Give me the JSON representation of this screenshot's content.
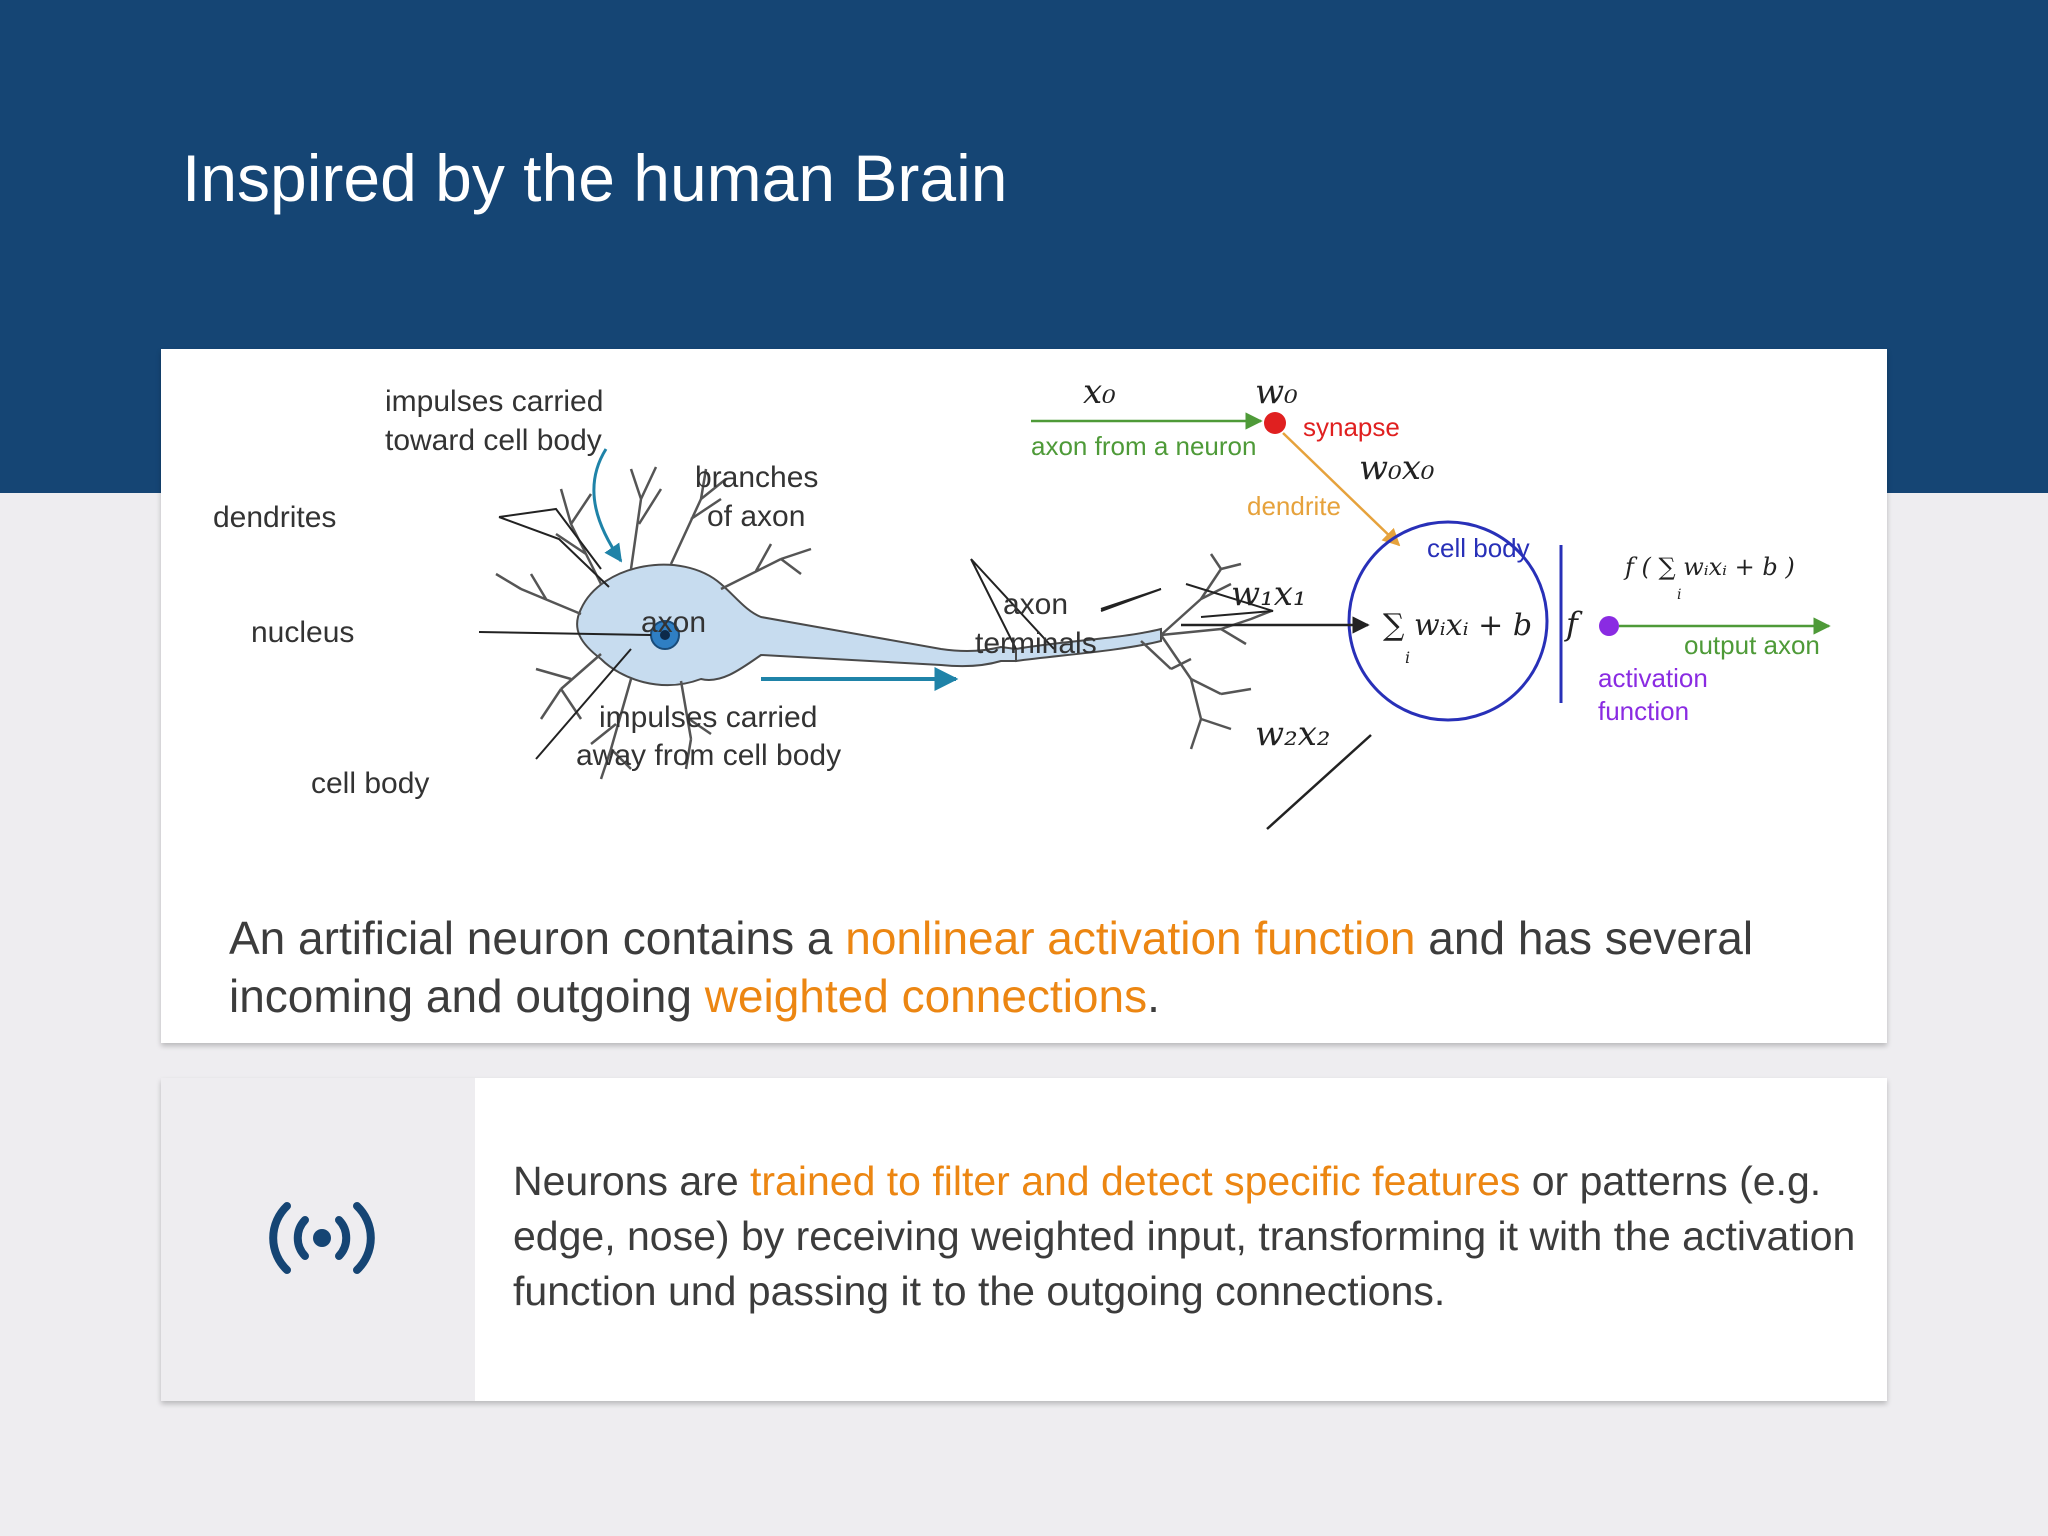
{
  "slide": {
    "title": "Inspired by the human Brain"
  },
  "bio_neuron": {
    "labels": {
      "impulses_toward_1": "impulses carried",
      "impulses_toward_2": "toward cell body",
      "dendrites": "dendrites",
      "branches_1": "branches",
      "branches_2": "of axon",
      "nucleus": "nucleus",
      "axon": "axon",
      "axon_terminals_1": "axon",
      "axon_terminals_2": "terminals",
      "impulses_away_1": "impulses carried",
      "impulses_away_2": "away from cell body",
      "cell_body": "cell body"
    }
  },
  "artificial_neuron": {
    "labels": {
      "x0": "x₀",
      "w0": "w₀",
      "synapse": "synapse",
      "axon_from_neuron": "axon from a neuron",
      "w0x0": "w₀x₀",
      "dendrite": "dendrite",
      "cell_body": "cell body",
      "w1x1": "w₁x₁",
      "sum_expr": "∑ wᵢxᵢ + b",
      "sum_sub": "i",
      "f": "f",
      "output_expr": "f ( ∑ wᵢxᵢ + b )",
      "output_sub": "i",
      "output_axon": "output axon",
      "activation_1": "activation",
      "activation_2": "function",
      "w2x2": "w₂x₂"
    },
    "colors": {
      "green": "#4e9a38",
      "red": "#e02020",
      "orange": "#e6a23c",
      "blue": "#2830b8",
      "purple": "#8a2be2"
    }
  },
  "caption": {
    "part1": "An artificial neuron contains a ",
    "highlight1": "nonlinear activation function",
    "part2": " and has several incoming and outgoing ",
    "highlight2": "weighted connections",
    "part3": "."
  },
  "info_box": {
    "icon": "broadcast-icon",
    "part1": "Neurons are ",
    "highlight": "trained to filter and detect specific features",
    "part2": " or patterns (e.g. edge, nose) by receiving weighted input, transforming it with the activation function und passing it to the outgoing connections."
  },
  "theme": {
    "header_bg": "#154574",
    "page_bg": "#eeedf0",
    "highlight": "#ec8612",
    "text": "#3c3c3c"
  }
}
